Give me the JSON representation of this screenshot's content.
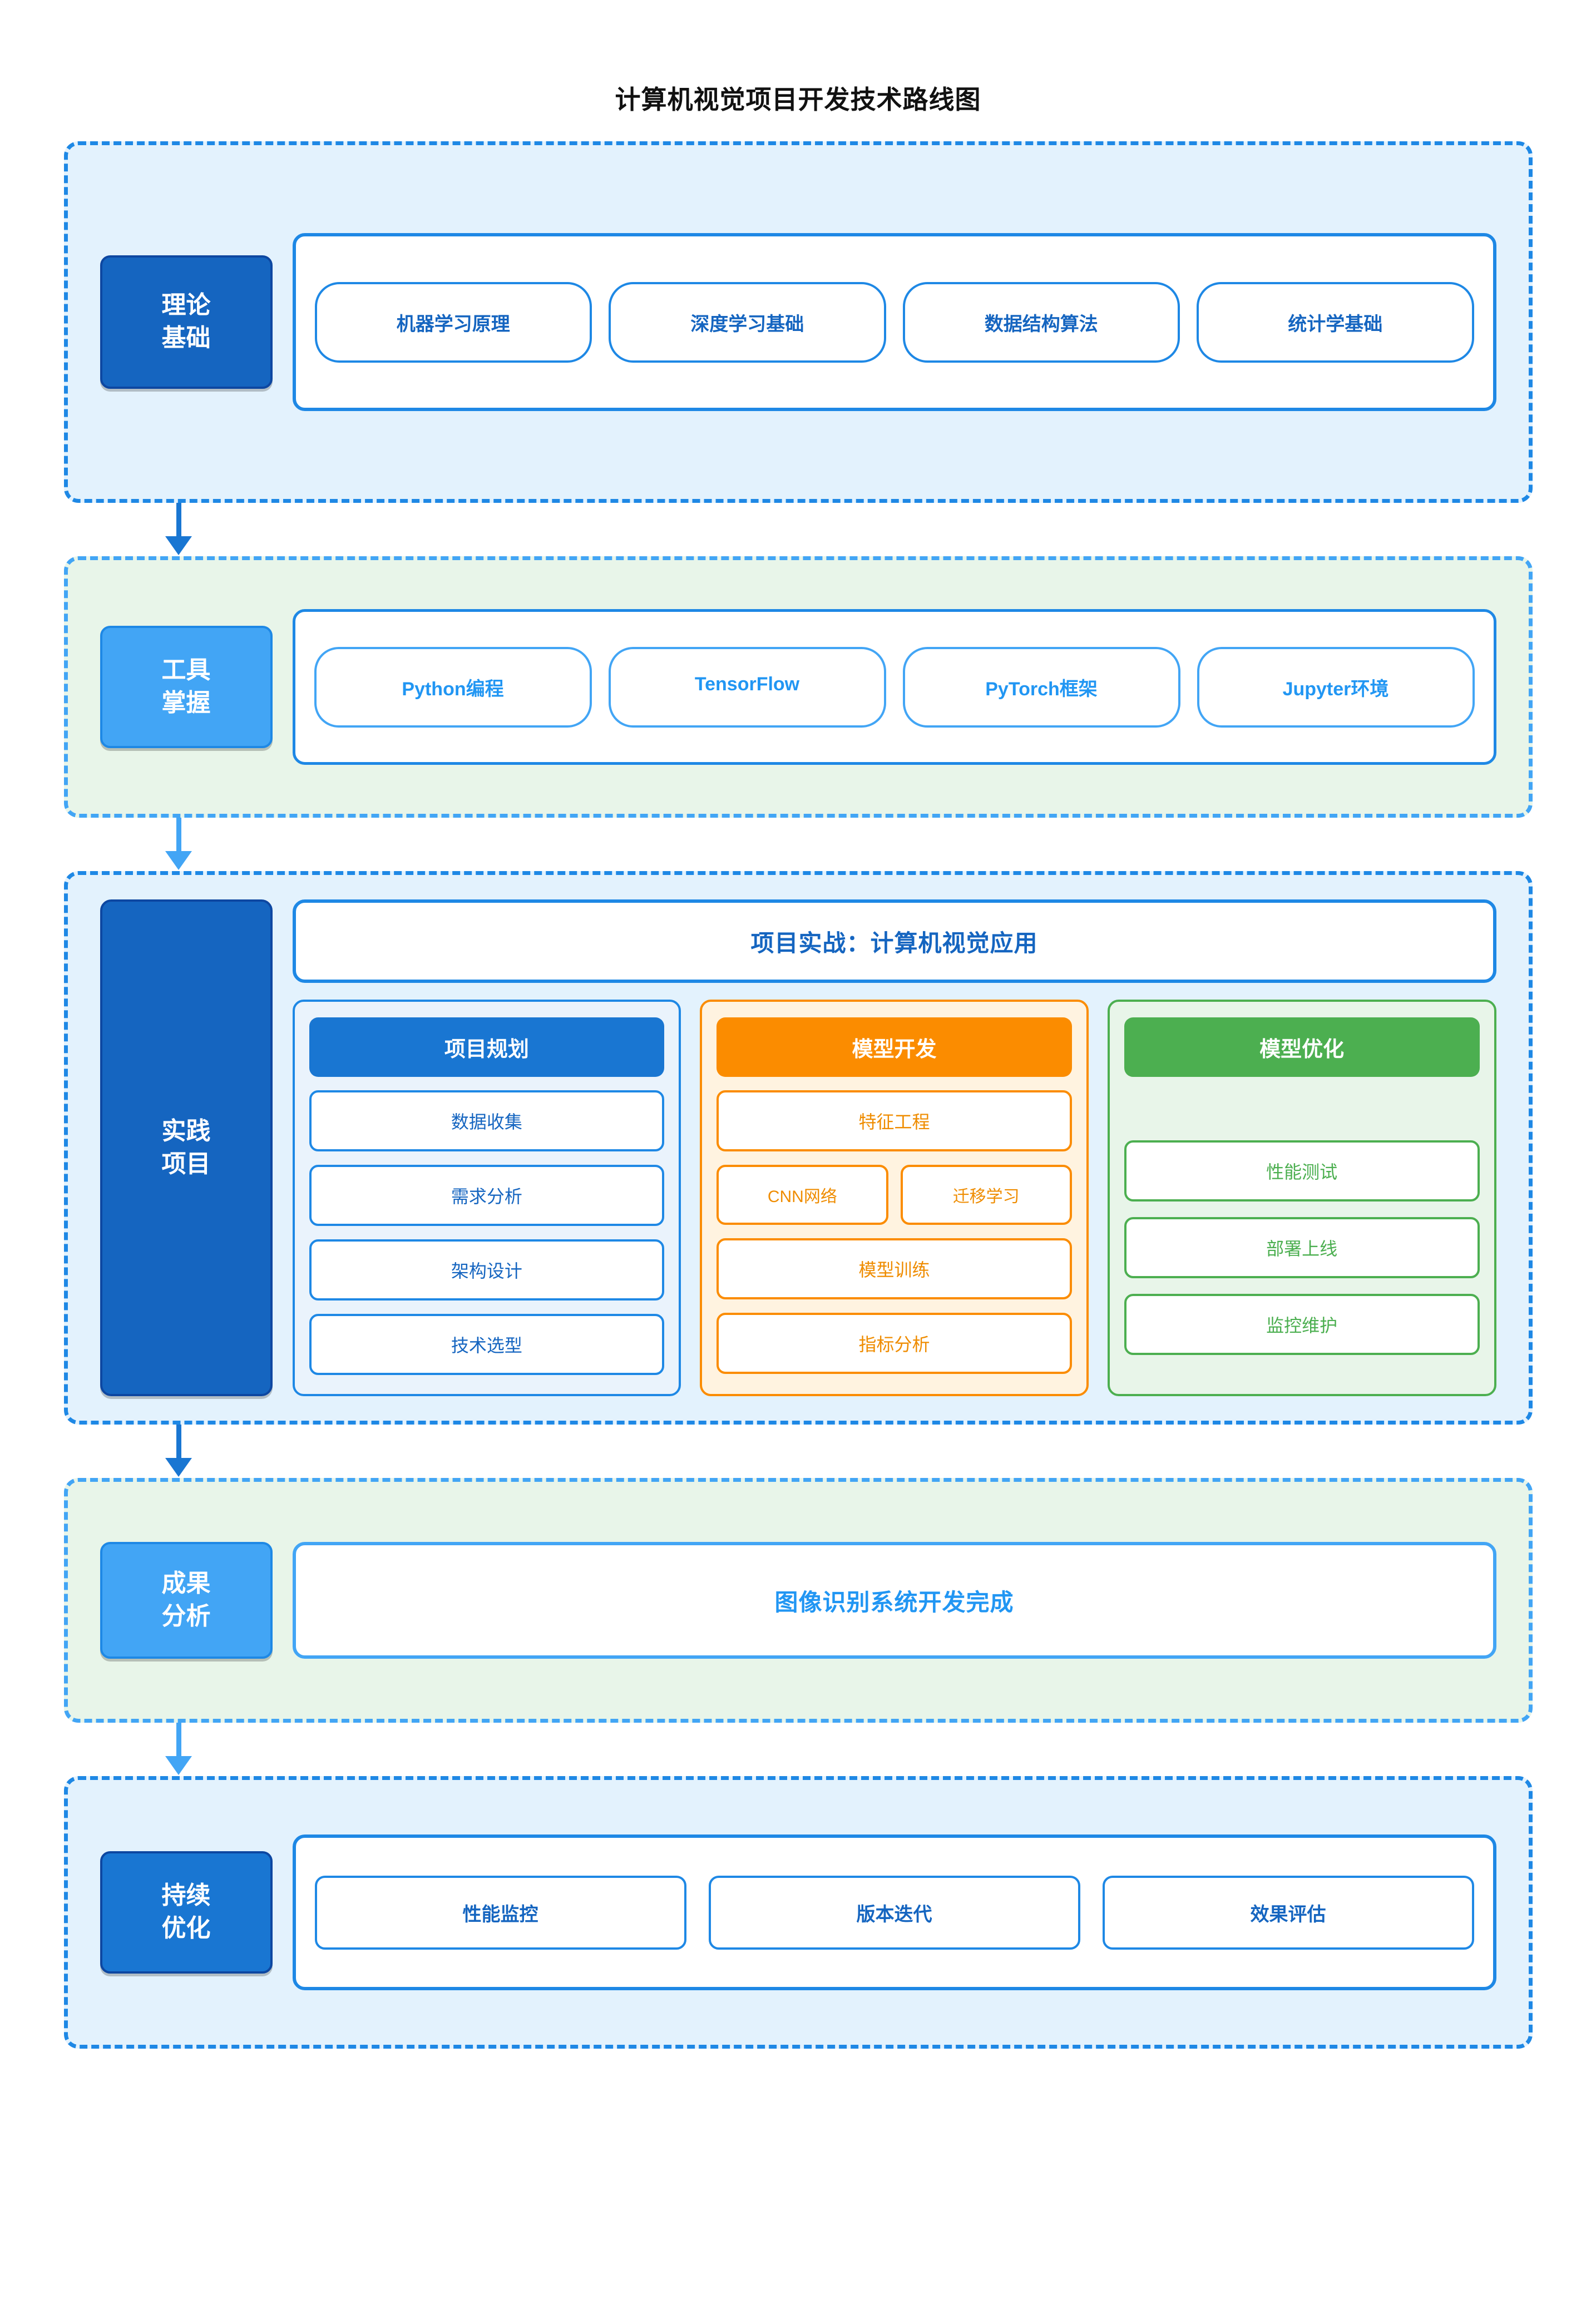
{
  "title": "计算机视觉项目开发技术路线图",
  "colors": {
    "primary_dark": "#1565C0",
    "primary": "#1E88E5",
    "primary_light": "#42A5F5",
    "orange": "#FB8C00",
    "green": "#4CAF50",
    "band_blue_bg": "#E3F2FD",
    "band_green_bg": "#E8F5E9"
  },
  "stages": [
    {
      "id": "theory",
      "label_lines": [
        "理论",
        "基础"
      ],
      "band_tone": "blue",
      "items": [
        "机器学习原理",
        "深度学习基础",
        "数据结构算法",
        "统计学基础"
      ]
    },
    {
      "id": "tools",
      "label_lines": [
        "工具",
        "掌握"
      ],
      "band_tone": "green",
      "items": [
        "Python编程",
        "TensorFlow",
        "PyTorch框架",
        "Jupyter环境"
      ]
    },
    {
      "id": "practice",
      "label_lines": [
        "实践",
        "项目"
      ],
      "band_tone": "blue",
      "project_banner": "项目实战：计算机视觉应用",
      "columns": [
        {
          "header": "项目规划",
          "tone": "blue",
          "tasks": [
            "数据收集",
            "需求分析",
            "架构设计",
            "技术选型"
          ],
          "pair": []
        },
        {
          "header": "模型开发",
          "tone": "orange",
          "tasks": [
            "特征工程",
            "模型训练",
            "指标分析"
          ],
          "pair": [
            "CNN网络",
            "迁移学习"
          ]
        },
        {
          "header": "模型优化",
          "tone": "green",
          "tasks": [
            "性能测试",
            "部署上线",
            "监控维护"
          ],
          "pair": []
        }
      ]
    },
    {
      "id": "results",
      "label_lines": [
        "成果",
        "分析"
      ],
      "band_tone": "green",
      "result_text": "图像识别系统开发完成"
    },
    {
      "id": "optimize",
      "label_lines": [
        "持续",
        "优化"
      ],
      "band_tone": "blue",
      "items": [
        "性能监控",
        "版本迭代",
        "效果评估"
      ]
    }
  ],
  "connectors": [
    {
      "from": "theory",
      "to": "tools",
      "tone": "dark"
    },
    {
      "from": "tools",
      "to": "practice",
      "tone": "light"
    },
    {
      "from": "practice",
      "to": "results",
      "tone": "dark"
    },
    {
      "from": "results",
      "to": "optimize",
      "tone": "light"
    }
  ]
}
